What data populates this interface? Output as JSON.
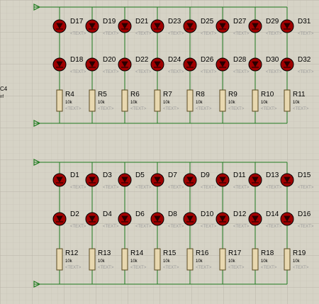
{
  "colors": {
    "background": "#d6d3c6",
    "grid_minor": "#c4c1b4",
    "grid_major": "#b3b0a3",
    "wire": "#1e7a1e",
    "led_fill": "#a00000",
    "led_core": "#2a0000",
    "led_outline": "#000000",
    "resistor_fill": "#e8d8b0",
    "resistor_outline": "#5a4a20",
    "label": "#000000",
    "placeholder": "#9a9a9a"
  },
  "icons": {
    "terminal": "input-terminal-icon",
    "led": "led-diode-icon",
    "resistor": "resistor-icon"
  },
  "margin_labels": [
    "C4",
    "nf"
  ],
  "placeholder_text": "<TEXT>",
  "resistor_value": "10k",
  "top_block": {
    "led_row1": [
      "D17",
      "D19",
      "D21",
      "D23",
      "D25",
      "D27",
      "D29",
      "D31"
    ],
    "led_row2": [
      "D18",
      "D20",
      "D22",
      "D24",
      "D26",
      "D28",
      "D30",
      "D32"
    ],
    "resistors": [
      "R4",
      "R5",
      "R6",
      "R7",
      "R8",
      "R9",
      "R10",
      "R11"
    ]
  },
  "bottom_block": {
    "led_row1": [
      "D1",
      "D3",
      "D5",
      "D7",
      "D9",
      "D11",
      "D13",
      "D15"
    ],
    "led_row2": [
      "D2",
      "D4",
      "D6",
      "D8",
      "D10",
      "D12",
      "D14",
      "D16"
    ],
    "resistors": [
      "R12",
      "R13",
      "R14",
      "R15",
      "R16",
      "R17",
      "R18",
      "R19"
    ]
  }
}
